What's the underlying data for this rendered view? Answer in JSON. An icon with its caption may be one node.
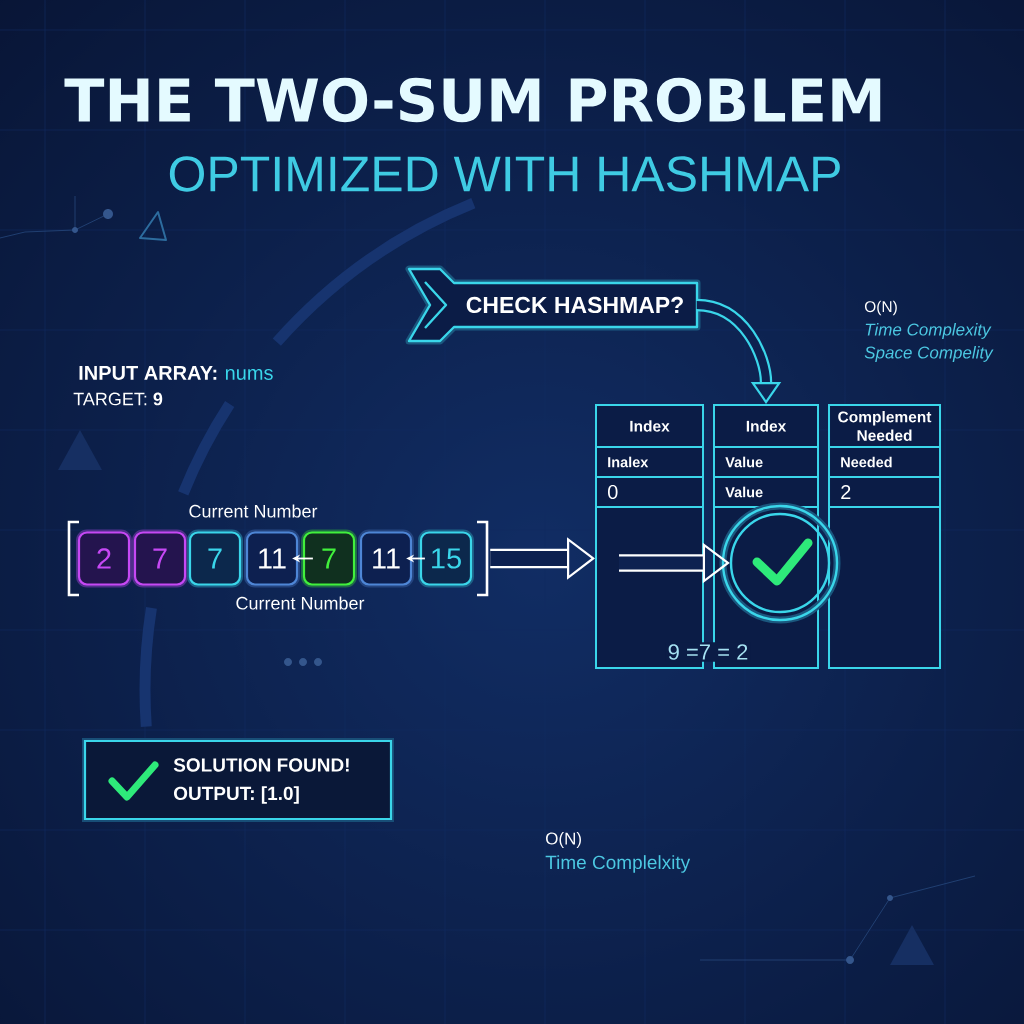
{
  "diagram": {
    "title": "THE TWO-SUM PROBLEM",
    "nodes": [
      {
        "text": [
          "CHECK HASHMAP?"
        ]
      },
      {
        "text": [],
        "shape": "bracket"
      },
      {
        "text": [
          "2"
        ],
        "in": 1
      },
      {
        "text": [
          "7"
        ],
        "in": 1
      },
      {
        "text": [
          "7"
        ],
        "in": 1
      },
      {
        "text": [
          "11"
        ],
        "in": 1
      },
      {
        "text": [
          "7"
        ],
        "in": 1
      },
      {
        "text": [
          "11"
        ],
        "in": 1
      },
      {
        "text": [
          "15"
        ],
        "in": 1
      },
      {
        "text": [
          "Index",
          "Inalex",
          "0"
        ]
      },
      {
        "text": [
          "Index",
          "Value",
          "Value"
        ]
      },
      {
        "text": [
          "Complement Needed",
          "Needed",
          "2"
        ]
      },
      {
        "text": [],
        "shape": "circle"
      },
      {
        "text": [
          "SOLUTION FOUND!",
          "OUTPUT: [1.0]"
        ]
      }
    ],
    "edges": [
      {
        "from": 0,
        "to": 10,
        "arrow": "to",
        "color": "#3ad6ea"
      },
      {
        "from": 6,
        "to": 5,
        "arrow": "to"
      },
      {
        "from": 8,
        "to": 7,
        "arrow": "to"
      },
      {
        "from": 1,
        "to": 9,
        "arrow": "to"
      },
      {
        "from": 9,
        "to": 12,
        "arrow": "to"
      }
    ],
    "labels": [
      "OPTIMIZED WITH HASHMAP",
      "O(N)",
      "Time Complexity",
      "Space Compelity",
      "INPUT ARRAY:",
      "nums",
      "TARGET: **9**",
      "Current Number",
      "Current Number",
      "9 =7 = 2",
      "O(N)",
      "Time Complelxity"
    ]
  }
}
